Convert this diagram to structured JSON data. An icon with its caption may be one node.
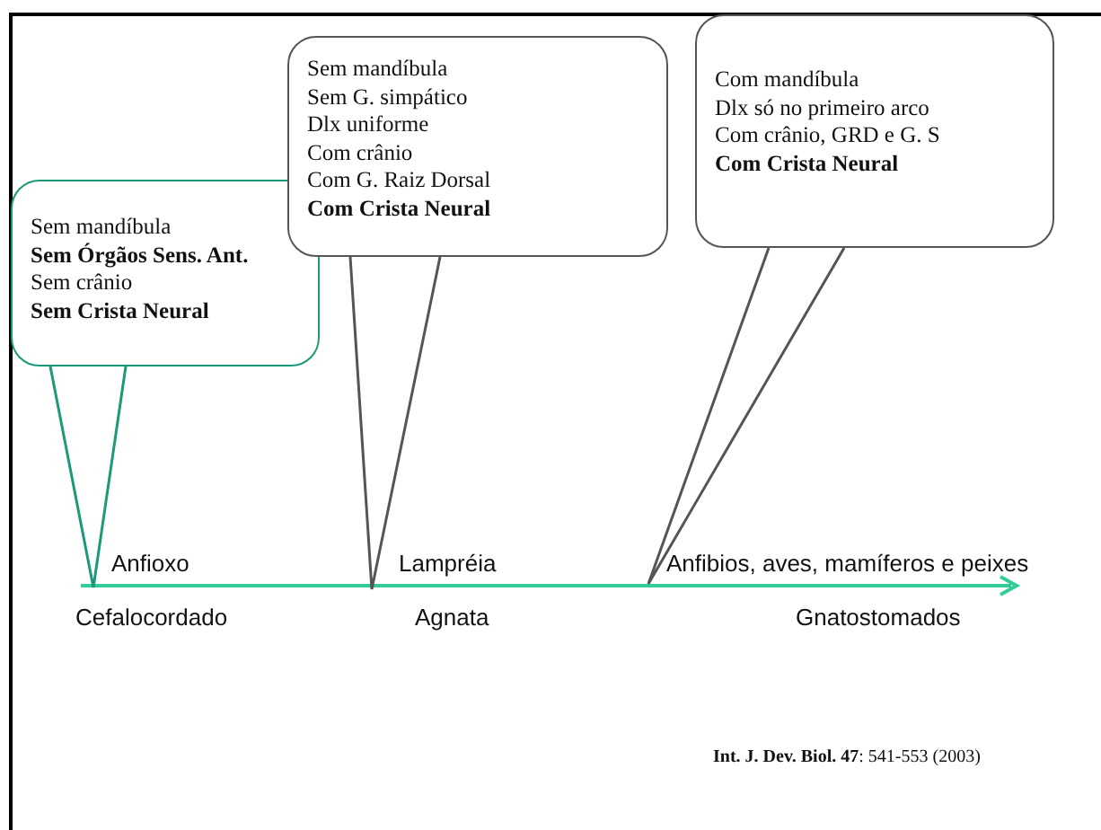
{
  "diagram": {
    "nodes": [
      {
        "text": [
          "Sem mandíbula",
          "Sem Órgãos Sens. Ant.",
          "Sem crânio",
          "Sem Crista Neural"
        ]
      },
      {
        "text": [
          "Sem mandíbula",
          "Sem G. simpático",
          "Dlx uniforme",
          "Com crânio",
          "Com G. Raiz Dorsal",
          "Com Crista Neural"
        ]
      },
      {
        "text": [
          "Com mandíbula",
          "Dlx só no primeiro arco",
          "Com crânio, GRD e G. S",
          "Com Crista Neural"
        ]
      }
    ],
    "edges": [
      {
        "from": 0,
        "to": null,
        "arrow": "none",
        "color": "#1a9a78"
      },
      {
        "from": 1,
        "to": null,
        "arrow": "none"
      },
      {
        "from": 2,
        "to": null,
        "arrow": "none"
      }
    ],
    "labels": [
      "Anfioxo",
      "Lampréia",
      "Anfibios, aves, mamíferos e peixes",
      "Cefalocordado",
      "Agnata",
      "Gnatostomados",
      "**Int. J. Dev. Biol. 47**: 541-553 (2003)"
    ]
  }
}
